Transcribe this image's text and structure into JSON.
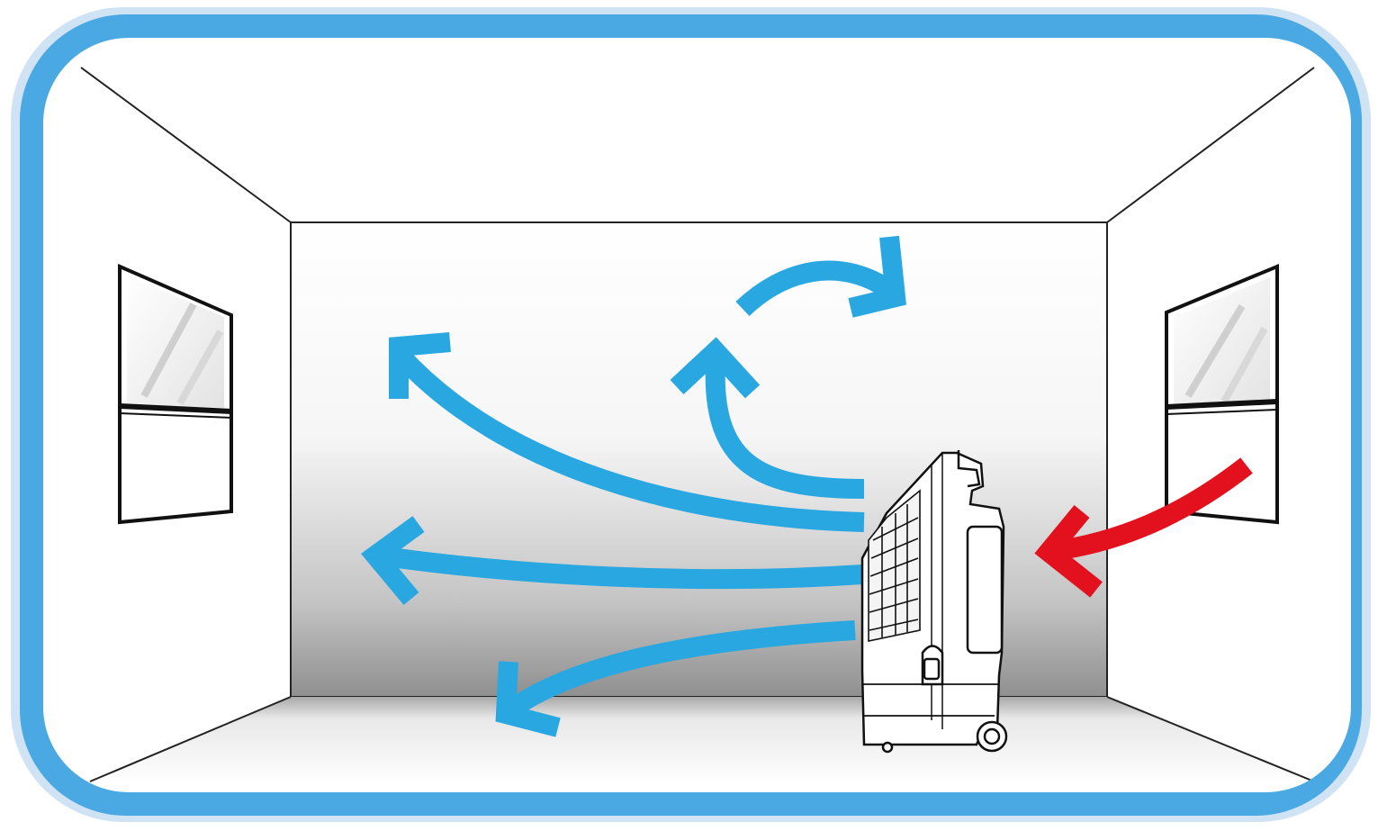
{
  "colors": {
    "frame_outer": "#b6d6ef",
    "frame_inner": "#4aa9e2",
    "line": "#111111",
    "glass": "#e6e6e6",
    "cool_air": "#29a7e1",
    "warm_air": "#e3101e",
    "wall_top": "#ffffff",
    "wall_bottom": "#8f8f8f"
  },
  "icons": {
    "unit": "air-cooler-icon",
    "window": "window-icon"
  },
  "flows": {
    "cool": {
      "count": 5,
      "direction": "out-of-front-grille"
    },
    "warm": {
      "count": 1,
      "direction": "into-rear-intake"
    }
  }
}
